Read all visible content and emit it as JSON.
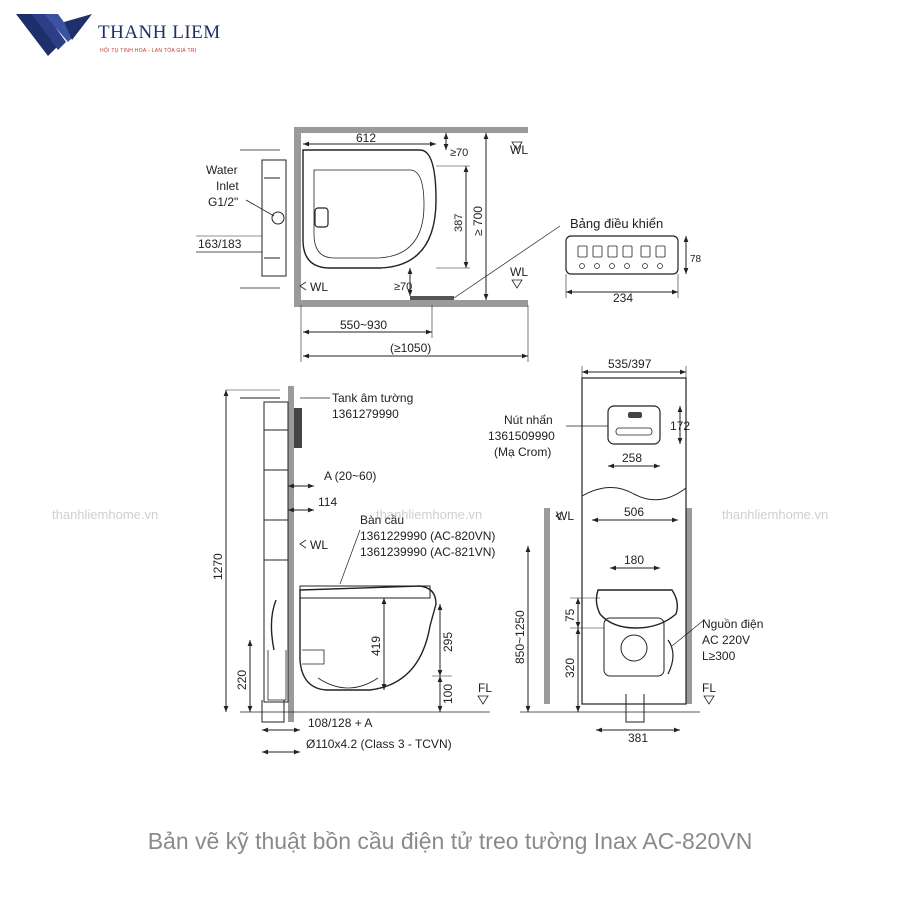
{
  "brand": {
    "name": "THANH LIEM",
    "tagline": "HỘI TỤ TINH HOA - LAN TỎA GIÁ TRỊ",
    "colors": {
      "primary": "#1f2f6b",
      "tagline": "#c0392b"
    }
  },
  "watermark": "thanhliemhome.vn",
  "caption": "Bản vẽ kỹ thuật bồn cầu điện tử treo tường Inax AC-820VN",
  "top_view": {
    "dims": {
      "width_612": "612",
      "gap_top": "≥70",
      "height_387": "387",
      "height_700": "≥ 700",
      "gap_bottom": "≥70",
      "range_550_930": "550~930",
      "range_1050": "(≥1050)",
      "inlet_163_183": "163/183"
    },
    "labels": {
      "water_inlet_1": "Water",
      "water_inlet_2": "Inlet",
      "water_inlet_3": "G1/2\"",
      "wl_top": "WL",
      "wl_left": "WL",
      "wl_right": "WL"
    }
  },
  "control_panel": {
    "title": "Bảng điều khiển",
    "height": "78",
    "width": "234"
  },
  "side_view": {
    "tank_label": "Tank âm tường",
    "tank_code": "1361279990",
    "a_range": "A (20~60)",
    "dim_114": "114",
    "bowl_label": "Bàn cầu",
    "bowl_code_1": "1361229990 (AC-820VN)",
    "bowl_code_2": "1361239990 (AC-821VN)",
    "wl": "WL",
    "height_1270": "1270",
    "height_419": "419",
    "height_295": "295",
    "height_220": "220",
    "height_100": "100",
    "fl": "FL",
    "dim_108_128": "108/128 + A",
    "pipe": "Ø110x4.2 (Class 3 - TCVN)"
  },
  "front_view": {
    "width_535_397": "535/397",
    "button_label": "Nút nhấn",
    "button_code": "1361509990",
    "button_finish": "(Mạ Crom)",
    "height_172": "172",
    "width_258": "258",
    "width_506": "506",
    "wl": "WL",
    "width_180": "180",
    "range_850_1250": "850~1250",
    "height_75": "75",
    "height_320": "320",
    "power_label": "Nguồn điện",
    "power_voltage": "AC 220V",
    "power_length": "L≥300",
    "fl": "FL",
    "width_381": "381"
  }
}
